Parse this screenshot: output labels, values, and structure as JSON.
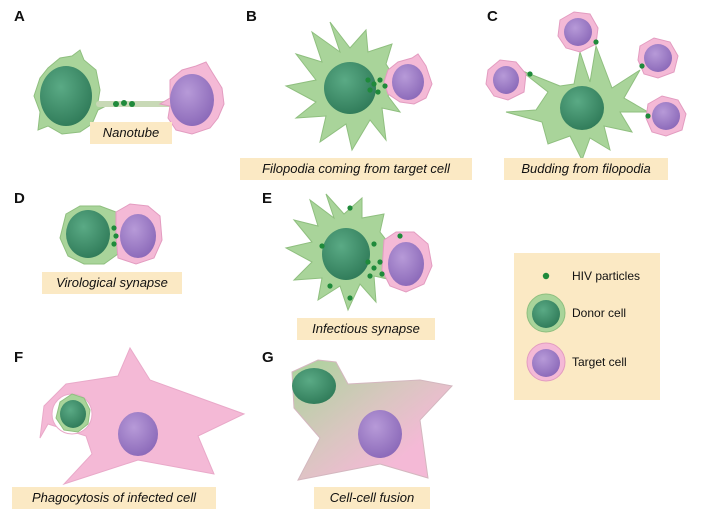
{
  "panels": {
    "a": {
      "letter": "A",
      "caption": "Nanotube"
    },
    "b": {
      "letter": "B",
      "caption": "Filopodia coming from target cell"
    },
    "c": {
      "letter": "C",
      "caption": "Budding from filopodia"
    },
    "d": {
      "letter": "D",
      "caption": "Virological synapse"
    },
    "e": {
      "letter": "E",
      "caption": "Infectious synapse"
    },
    "f": {
      "letter": "F",
      "caption": "Phagocytosis of infected cell"
    },
    "g": {
      "letter": "G",
      "caption": "Cell-cell fusion"
    }
  },
  "legend": {
    "hiv": "HIV particles",
    "donor": "Donor cell",
    "target": "Target cell"
  },
  "colors": {
    "donor_body": "#a9d49a",
    "donor_nucleus": "#3f8e6c",
    "target_body": "#f4b9d6",
    "target_nucleus": "#9a7bc4",
    "virus": "#1f8a3b",
    "caption_bg": "#fbe9c4"
  }
}
